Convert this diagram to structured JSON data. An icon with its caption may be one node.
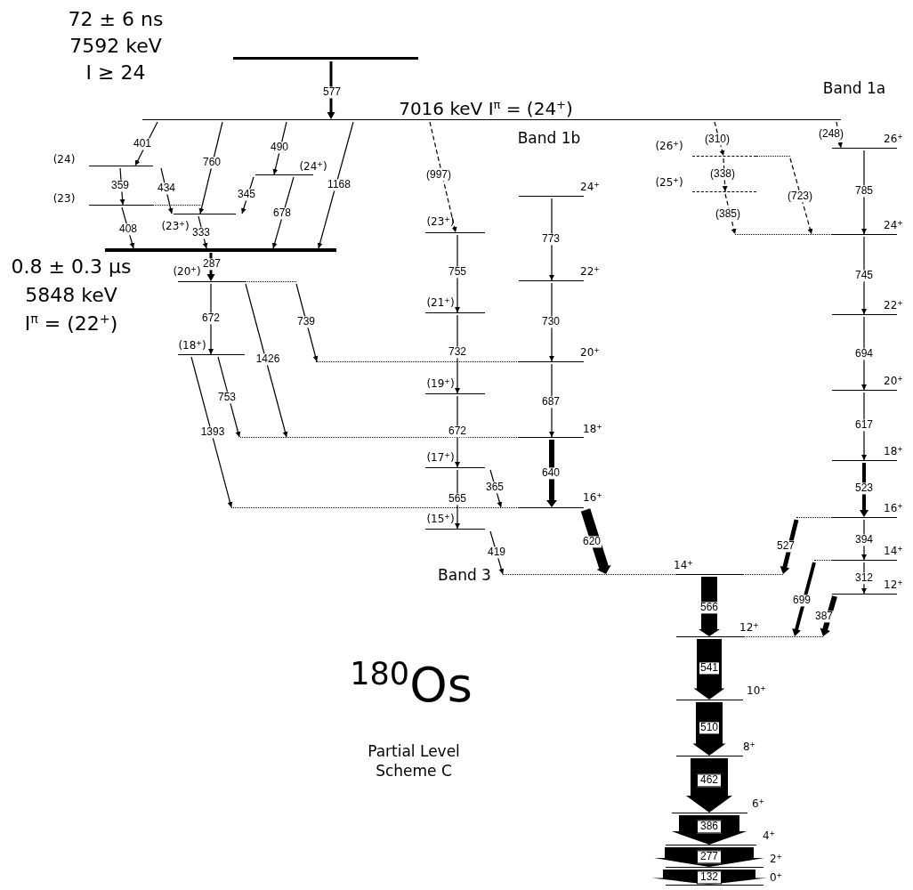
{
  "diagram": {
    "nodes": [
      {
        "text": [
          "72 ± 6 ns",
          "7592 keV",
          "I ≥ 24"
        ]
      },
      {
        "text": [
          "7016 keV I$^{π}$ = (24$^{+}$)"
        ]
      },
      {
        "text": [
          "(24)"
        ]
      },
      {
        "text": [
          "(23)"
        ]
      },
      {
        "text": [
          "(23$^{+}$)"
        ]
      },
      {
        "text": [
          "(24$^{+}$)"
        ]
      },
      {
        "text": [
          "0.8 ± 0.3 µs",
          "5848 keV",
          "I$^{π}$ = (22$^{+}$)"
        ]
      },
      {
        "text": [
          "(20$^{+}$)"
        ]
      },
      {
        "text": [
          "(18$^{+}$)"
        ]
      },
      {
        "text": [
          "(23$^{+}$)"
        ]
      },
      {
        "text": [
          "(21$^{+}$)"
        ]
      },
      {
        "text": [
          "(19$^{+}$)"
        ]
      },
      {
        "text": [
          "(17$^{+}$)"
        ]
      },
      {
        "text": [
          "(15$^{+}$)"
        ]
      },
      {
        "text": [
          "24$^{+}$"
        ]
      },
      {
        "text": [
          "22$^{+}$"
        ]
      },
      {
        "text": [
          "20$^{+}$"
        ]
      },
      {
        "text": [
          "18$^{+}$"
        ]
      },
      {
        "text": [
          "16$^{+}$"
        ]
      },
      {
        "text": [
          "14$^{+}$"
        ]
      },
      {
        "text": [
          "12$^{+}$"
        ]
      },
      {
        "text": [
          "10$^{+}$"
        ]
      },
      {
        "text": [
          "8$^{+}$"
        ]
      },
      {
        "text": [
          "6$^{+}$"
        ]
      },
      {
        "text": [
          "4$^{+}$"
        ]
      },
      {
        "text": [
          "2$^{+}$"
        ]
      },
      {
        "text": [
          "0$^{+}$"
        ]
      },
      {
        "text": [
          "(26$^{+}$)"
        ]
      },
      {
        "text": [
          "(25$^{+}$)"
        ]
      },
      {
        "text": [
          "26$^{+}$"
        ]
      },
      {
        "text": [
          "24$^{+}$"
        ]
      },
      {
        "text": [
          "22$^{+}$"
        ]
      },
      {
        "text": [
          "20$^{+}$"
        ]
      },
      {
        "text": [
          "18$^{+}$"
        ]
      },
      {
        "text": [
          "16$^{+}$"
        ]
      },
      {
        "text": [
          "14$^{+}$"
        ]
      },
      {
        "text": [
          "12$^{+}$"
        ]
      }
    ],
    "edges": [
      {
        "from": 0,
        "to": 1,
        "arrow": "to",
        "label": "577",
        "style": "thick"
      },
      {
        "from": 1,
        "to": 2,
        "arrow": "to",
        "label": "401"
      },
      {
        "from": 1,
        "to": 4,
        "arrow": "to",
        "label": "760"
      },
      {
        "from": 1,
        "to": 5,
        "arrow": "to",
        "label": "490"
      },
      {
        "from": 1,
        "to": 6,
        "arrow": "to",
        "label": "1168"
      },
      {
        "from": 1,
        "to": 9,
        "arrow": "to",
        "label": "(997)",
        "style": "dashed"
      },
      {
        "from": 1,
        "to": 27,
        "arrow": "to",
        "label": "(310)",
        "style": "dashed"
      },
      {
        "from": 1,
        "to": 29,
        "arrow": "to",
        "label": "(248)",
        "style": "dashed"
      },
      {
        "from": 2,
        "to": 3,
        "arrow": "to",
        "label": "359"
      },
      {
        "from": 2,
        "to": 4,
        "arrow": "to",
        "label": "434"
      },
      {
        "from": 5,
        "to": 4,
        "arrow": "to",
        "label": "345"
      },
      {
        "from": 3,
        "to": 6,
        "arrow": "to",
        "label": "408"
      },
      {
        "from": 4,
        "to": 6,
        "arrow": "to",
        "label": "333"
      },
      {
        "from": 5,
        "to": 6,
        "arrow": "to",
        "label": "678"
      },
      {
        "from": 6,
        "to": 7,
        "arrow": "to",
        "label": "287",
        "style": "thick"
      },
      {
        "from": 7,
        "to": 8,
        "arrow": "to",
        "label": "672"
      },
      {
        "from": 7,
        "to": 17,
        "arrow": "to",
        "label": "1426"
      },
      {
        "from": 7,
        "to": 16,
        "arrow": "to",
        "label": "739"
      },
      {
        "from": 8,
        "to": 17,
        "arrow": "to",
        "label": "753"
      },
      {
        "from": 8,
        "to": 18,
        "arrow": "to",
        "label": "1393"
      },
      {
        "from": 9,
        "to": 10,
        "arrow": "to",
        "label": "755"
      },
      {
        "from": 10,
        "to": 11,
        "arrow": "to",
        "label": "732"
      },
      {
        "from": 11,
        "to": 12,
        "arrow": "to",
        "label": "672"
      },
      {
        "from": 12,
        "to": 13,
        "arrow": "to",
        "label": "565"
      },
      {
        "from": 12,
        "to": 18,
        "arrow": "to",
        "label": "365"
      },
      {
        "from": 13,
        "to": 19,
        "arrow": "to",
        "label": "419"
      },
      {
        "from": 14,
        "to": 15,
        "arrow": "to",
        "label": "773"
      },
      {
        "from": 15,
        "to": 16,
        "arrow": "to",
        "label": "730"
      },
      {
        "from": 16,
        "to": 17,
        "arrow": "to",
        "label": "687"
      },
      {
        "from": 17,
        "to": 18,
        "arrow": "to",
        "label": "640",
        "style": "thick"
      },
      {
        "from": 18,
        "to": 19,
        "arrow": "to",
        "label": "620",
        "style": "thick"
      },
      {
        "from": 19,
        "to": 20,
        "arrow": "to",
        "label": "566",
        "style": "thick"
      },
      {
        "from": 20,
        "to": 21,
        "arrow": "to",
        "label": "541",
        "style": "thick"
      },
      {
        "from": 21,
        "to": 22,
        "arrow": "to",
        "label": "510",
        "style": "thick"
      },
      {
        "from": 22,
        "to": 23,
        "arrow": "to",
        "label": "462",
        "style": "thick"
      },
      {
        "from": 23,
        "to": 24,
        "arrow": "to",
        "label": "386",
        "style": "thick"
      },
      {
        "from": 24,
        "to": 25,
        "arrow": "to",
        "label": "277",
        "style": "thick"
      },
      {
        "from": 25,
        "to": 26,
        "arrow": "to",
        "label": "132",
        "style": "thick"
      },
      {
        "from": 27,
        "to": 28,
        "arrow": "to",
        "label": "(338)",
        "style": "dashed"
      },
      {
        "from": 28,
        "to": 30,
        "arrow": "to",
        "label": "(385)",
        "style": "dashed"
      },
      {
        "from": 27,
        "to": 30,
        "arrow": "to",
        "label": "(723)",
        "style": "dashed"
      },
      {
        "from": 29,
        "to": 30,
        "arrow": "to",
        "label": "785"
      },
      {
        "from": 30,
        "to": 31,
        "arrow": "to",
        "label": "745"
      },
      {
        "from": 31,
        "to": 32,
        "arrow": "to",
        "label": "694"
      },
      {
        "from": 32,
        "to": 33,
        "arrow": "to",
        "label": "617"
      },
      {
        "from": 33,
        "to": 34,
        "arrow": "to",
        "label": "523",
        "style": "thick"
      },
      {
        "from": 34,
        "to": 19,
        "arrow": "to",
        "label": "527",
        "style": "thick"
      },
      {
        "from": 34,
        "to": 35,
        "arrow": "to",
        "label": "394"
      },
      {
        "from": 35,
        "to": 20,
        "arrow": "to",
        "label": "699",
        "style": "thick"
      },
      {
        "from": 35,
        "to": 36,
        "arrow": "to",
        "label": "312"
      },
      {
        "from": 36,
        "to": 20,
        "arrow": "to",
        "label": "387",
        "style": "thick"
      }
    ],
    "labels": [
      "Band 1a",
      "Band 1b",
      "Band 3",
      "$^{180}$Os",
      "Partial Level Scheme C"
    ]
  }
}
